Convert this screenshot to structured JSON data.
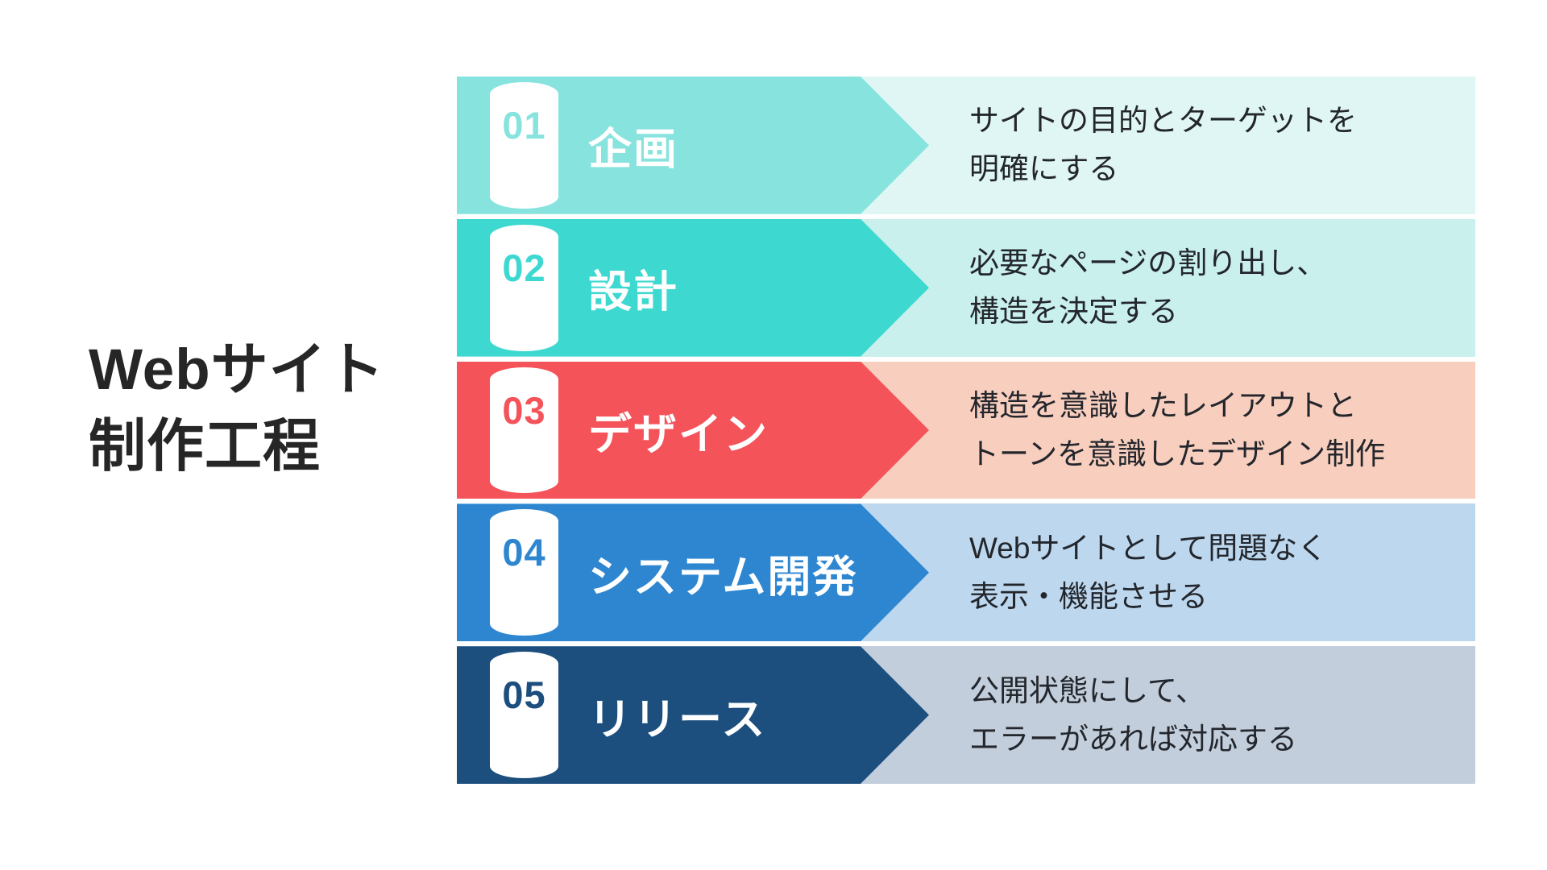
{
  "title": {
    "line1": "Webサイト",
    "line2": "制作工程"
  },
  "text_color": "#23262c",
  "title_color": "#262626",
  "steps": [
    {
      "number": "01",
      "label": "企画",
      "desc_line1": "サイトの目的とターゲットを",
      "desc_line2": "明確にする",
      "color": "#87E3DE",
      "bg": "#DFF6F4"
    },
    {
      "number": "02",
      "label": "設計",
      "desc_line1": "必要なページの割り出し、",
      "desc_line2": "構造を決定する",
      "color": "#3DD8D0",
      "bg": "#C9F0ED"
    },
    {
      "number": "03",
      "label": "デザイン",
      "desc_line1": "構造を意識したレイアウトと",
      "desc_line2": "トーンを意識したデザイン制作",
      "color": "#F4535A",
      "bg": "#F8CFBE"
    },
    {
      "number": "04",
      "label": "システム開発",
      "desc_line1": "Webサイトとして問題なく",
      "desc_line2": "表示・機能させる",
      "color": "#2E86D1",
      "bg": "#BDD8EE"
    },
    {
      "number": "05",
      "label": "リリース",
      "desc_line1": "公開状態にして、",
      "desc_line2": "エラーがあれば対応する",
      "color": "#1C4E7E",
      "bg": "#C2CEDB"
    }
  ]
}
